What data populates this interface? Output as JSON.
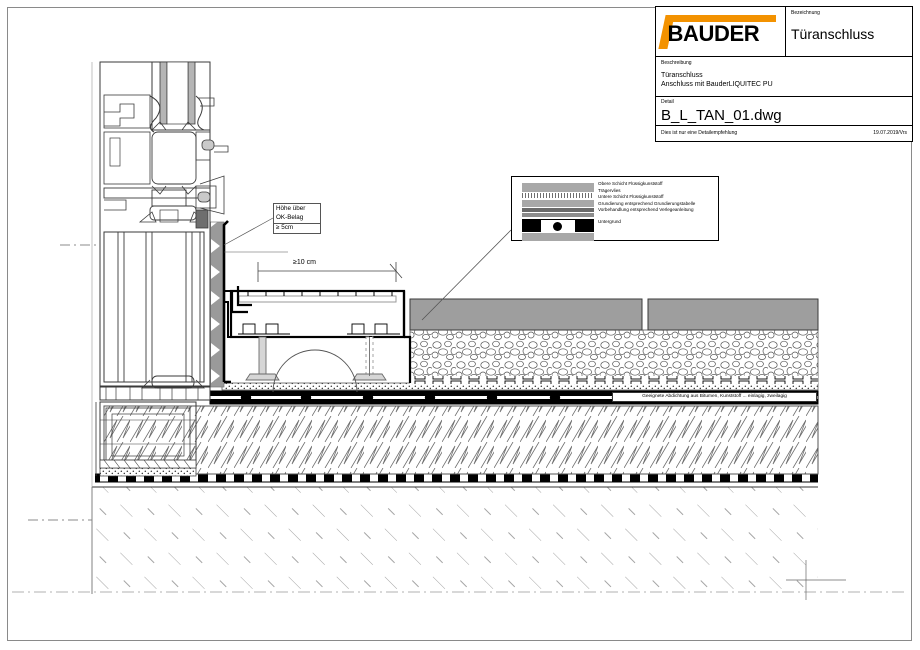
{
  "sheet": {
    "title_block": {
      "logo_text": "BAUDER",
      "logo_color": "#F39200",
      "designation_label": "Bezeichnung",
      "designation_value": "Türanschluss",
      "description_label": "Beschreibung",
      "description_line1": "Türanschluss",
      "description_line2": "Anschluss mit BauderLIQUITEC PU",
      "detail_label": "Detail",
      "detail_value": "B_L_TAN_01.dwg",
      "footer_note": "Dies ist nur eine Detailempfehlung",
      "footer_date": "19.07.2019/Vrs"
    }
  },
  "legend": {
    "items": [
      "Obere Schicht Flüssigkunststoff",
      "Trägervlies",
      "Untere Schicht Flüssigkunststoff",
      "Grundierung entsprechend Grundierungstabelle",
      "Vorbehandlung entsprechend Verlegeanleitung",
      "Untergrund"
    ]
  },
  "annotations": {
    "callout_height_line1": "Höhe über",
    "callout_height_line2": "OK-Belag",
    "callout_height_value": "≥ 5cm",
    "dimension_overlap": "≥10 cm",
    "membrane_label": "Geeignete Abdichtung aus Bitumen, Kunststoff ... einlagig, zweilagig"
  },
  "colors": {
    "brand_orange": "#F39200",
    "line": "#000000",
    "frame_grey": "#8a8a8a",
    "slab_grey": "#9e9e9e",
    "hatch_grey": "#9a9a9a"
  }
}
